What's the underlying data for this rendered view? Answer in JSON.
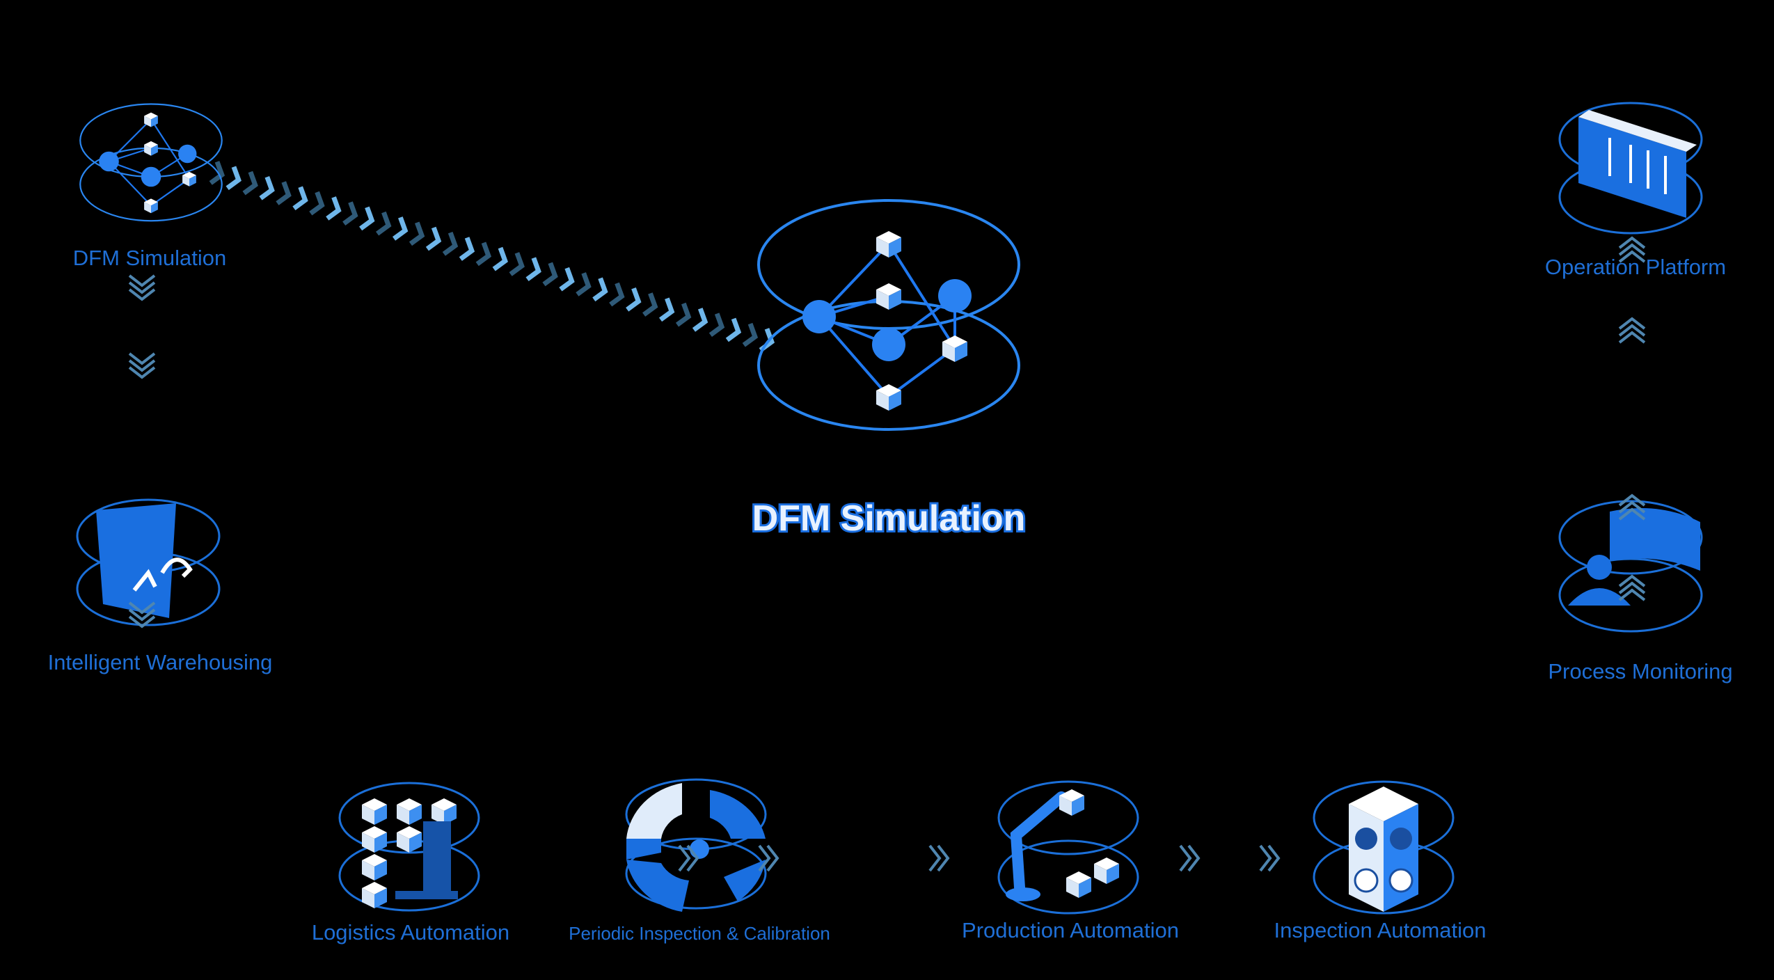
{
  "center": {
    "title": "DFM Simulation"
  },
  "nodes": {
    "dfm": {
      "label": "DFM Simulation"
    },
    "warehousing": {
      "label": "Intelligent Warehousing"
    },
    "operation": {
      "label": "Operation Platform"
    },
    "monitoring": {
      "label": "Process Monitoring"
    },
    "logistics": {
      "label": "Logistics Automation"
    },
    "periodic": {
      "label": "Periodic Inspection & Calibration"
    },
    "production": {
      "label": "Production Automation"
    },
    "inspection": {
      "label": "Inspection Automation"
    }
  },
  "colors": {
    "accent": "#1f6fd6",
    "ring": "#1b6fd8",
    "chevron": "#4f86b0",
    "background": "#000000"
  }
}
